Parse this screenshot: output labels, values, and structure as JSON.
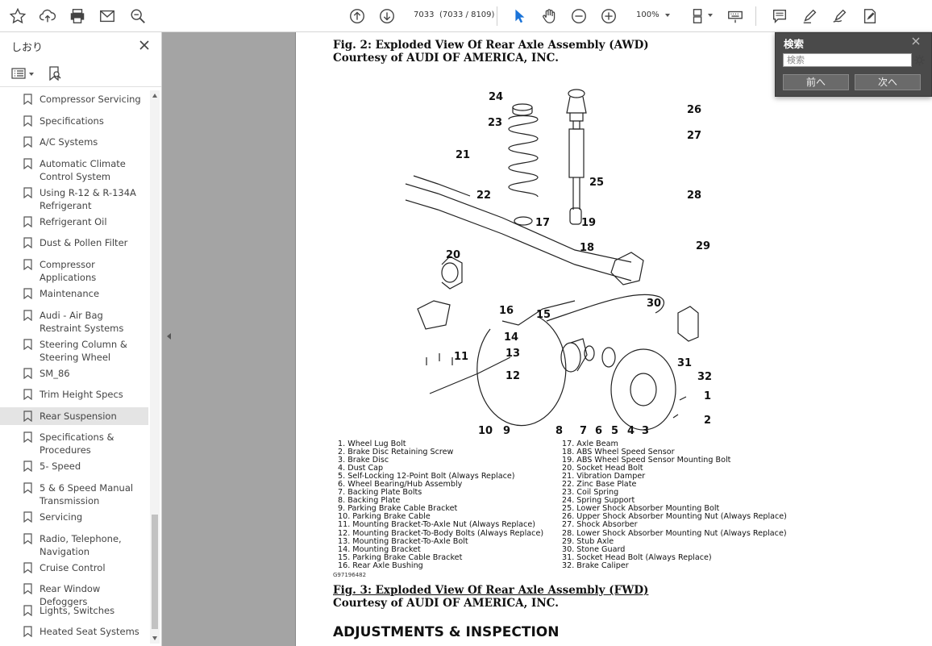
{
  "toolbar": {
    "current_page": "7033",
    "page_of": "(7033 / 8109)",
    "zoom": "100%"
  },
  "sidebar": {
    "title": "しおり",
    "bookmarks": [
      {
        "label": "Compressor Servicing"
      },
      {
        "label": "Specifications"
      },
      {
        "label": "A/C Systems"
      },
      {
        "label": "Automatic Climate Control System"
      },
      {
        "label": "Using R-12 & R-134A Refrigerant"
      },
      {
        "label": "Refrigerant Oil"
      },
      {
        "label": "Dust & Pollen Filter"
      },
      {
        "label": "Compressor Applications"
      },
      {
        "label": "Maintenance"
      },
      {
        "label": "Audi - Air Bag Restraint Systems"
      },
      {
        "label": "Steering Column & Steering Wheel"
      },
      {
        "label": "SM_86"
      },
      {
        "label": "Trim Height Specs"
      },
      {
        "label": "Rear Suspension",
        "selected": true
      },
      {
        "label": "Specifications & Procedures"
      },
      {
        "label": "5- Speed"
      },
      {
        "label": "5 & 6 Speed Manual Transmission"
      },
      {
        "label": "Servicing"
      },
      {
        "label": "Radio, Telephone, Navigation"
      },
      {
        "label": "Cruise Control"
      },
      {
        "label": "Rear Window Defoggers"
      },
      {
        "label": "Lights, Switches"
      },
      {
        "label": "Heated Seat Systems"
      }
    ]
  },
  "document": {
    "fig2_line1": "Fig. 2: Exploded View Of Rear Axle Assembly (AWD)",
    "fig2_line2": "Courtesy of AUDI OF AMERICA, INC.",
    "fig3_line1": "Fig. 3: Exploded View Of Rear Axle Assembly (FWD)",
    "fig3_line2": "Courtesy of AUDI OF AMERICA, INC.",
    "section_heading": "ADJUSTMENTS & INSPECTION",
    "figure_code": "G97196482",
    "legend_left": [
      "1. Wheel Lug Bolt",
      "2. Brake Disc Retaining Screw",
      "3. Brake Disc",
      "4. Dust Cap",
      "5. Self-Locking 12-Point Bolt (Always Replace)",
      "6. Wheel Bearing/Hub Assembly",
      "7. Backing Plate Bolts",
      "8. Backing Plate",
      "9. Parking Brake Cable Bracket",
      "10. Parking Brake Cable",
      "11. Mounting Bracket-To-Axle Nut (Always Replace)",
      "12. Mounting Bracket-To-Body Bolts (Always Replace)",
      "13. Mounting Bracket-To-Axle Bolt",
      "14. Mounting Bracket",
      "15. Parking Brake Cable Bracket",
      "16. Rear Axle Bushing"
    ],
    "legend_right": [
      "17. Axle Beam",
      "18. ABS Wheel Speed Sensor",
      "19. ABS Wheel Speed Sensor Mounting Bolt",
      "20. Socket Head Bolt",
      "21. Vibration Damper",
      "22. Zinc Base Plate",
      "23. Coil Spring",
      "24. Spring Support",
      "25. Lower Shock Absorber Mounting Bolt",
      "26. Upper Shock Absorber Mounting Nut (Always Replace)",
      "27. Shock Absorber",
      "28. Lower Shock Absorber Mounting Nut (Always Replace)",
      "29. Stub Axle",
      "30. Stone Guard",
      "31. Socket Head Bolt (Always Replace)",
      "32. Brake Caliper"
    ],
    "callouts": [
      "1",
      "2",
      "3",
      "4",
      "5",
      "6",
      "7",
      "8",
      "9",
      "10",
      "11",
      "12",
      "13",
      "14",
      "15",
      "16",
      "17",
      "18",
      "19",
      "20",
      "21",
      "22",
      "23",
      "24",
      "25",
      "26",
      "27",
      "28",
      "29",
      "30",
      "31",
      "32"
    ]
  },
  "search": {
    "title": "検索",
    "placeholder": "検索",
    "prev_label": "前へ",
    "next_label": "次へ"
  }
}
